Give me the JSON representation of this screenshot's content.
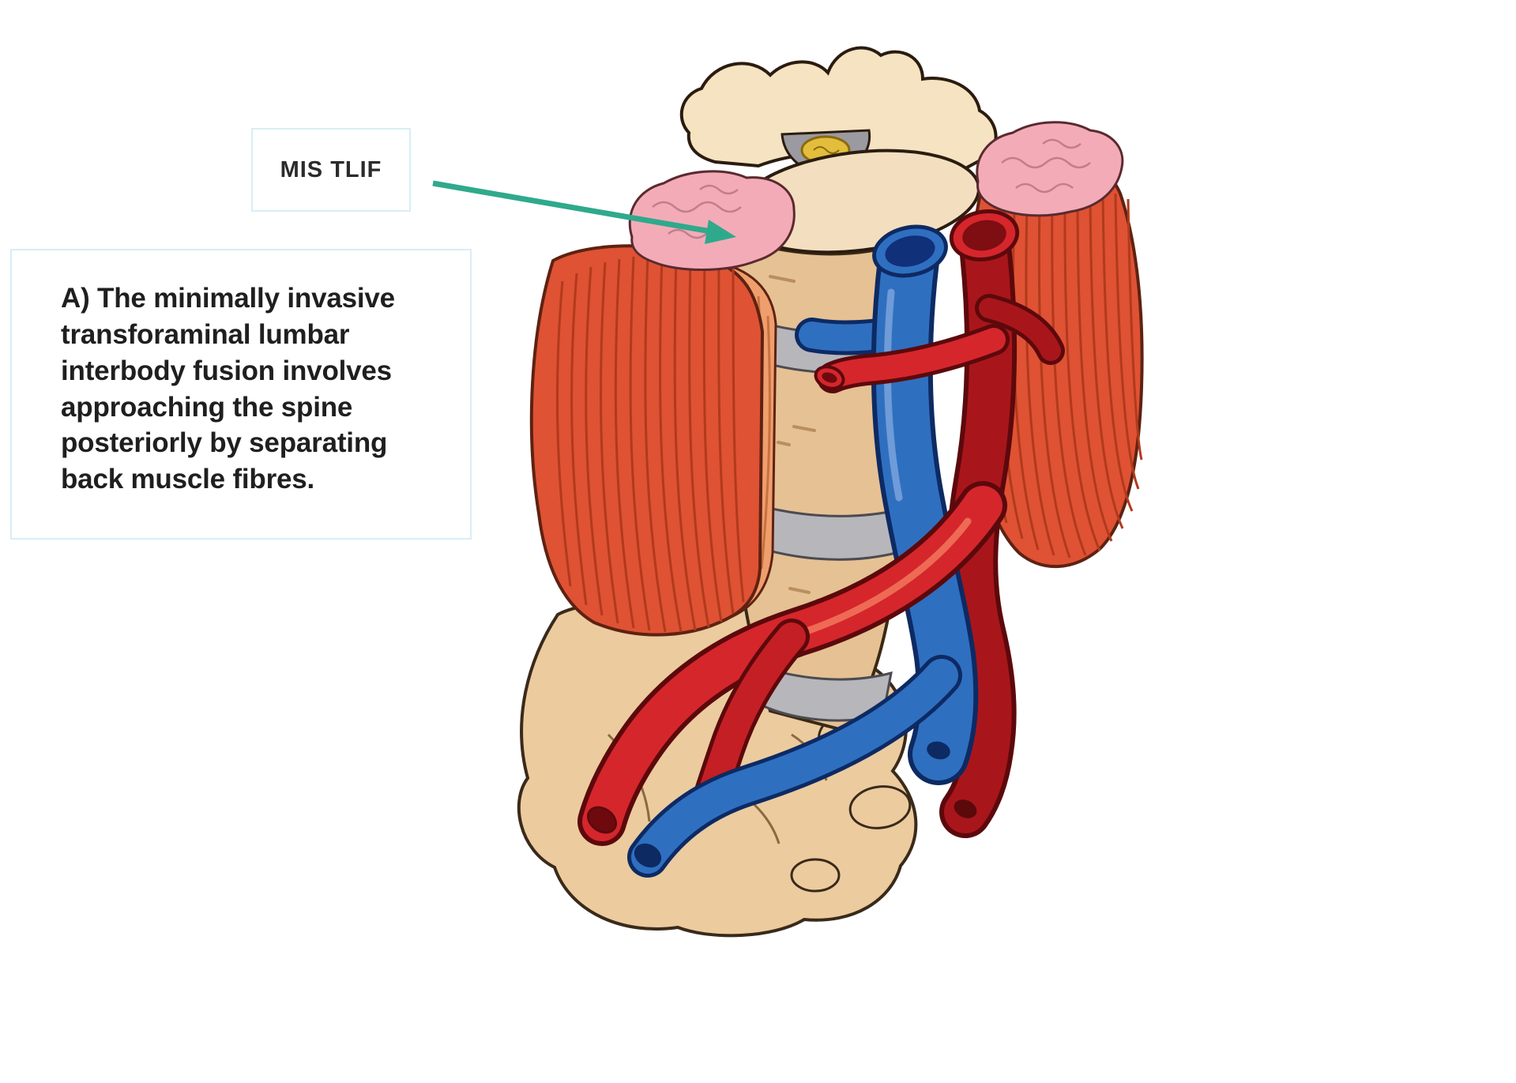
{
  "figure": {
    "label": "MIS TLIF",
    "caption_text": "A) The minimally invasive transforaminal lumbar interbody fusion involves approaching the spine posteriorly by separating back muscle fibres.",
    "caption_lines": [
      "A) The minimally invasive",
      "transforaminal lumbar",
      "interbody fusion involves",
      "approaching the spine",
      "posteriorly by separating",
      "back muscle fibres."
    ],
    "colors": {
      "arrow_teal": "#2fa98c",
      "box_border": "#d9edf6",
      "text": "#1f1f1f",
      "muscle_red": "#df5233",
      "muscle_striation": "#b13a1d",
      "muscle_outline": "#5e2212",
      "cut_muscle_pink": "#f3acb7",
      "bone_tan": "#e6c193",
      "bone_cream": "#f5e3c2",
      "sacrum_tan": "#eccb9f",
      "disc_gray": "#b7b6bb",
      "spinal_cord_yellow": "#e3bd3c",
      "vein_blue": "#2f6fc0",
      "vein_blue_dark": "#0d2a63",
      "artery_red": "#d5262c",
      "artery_red_dark": "#a8161b",
      "artery_lumen": "#6e0a0e"
    }
  }
}
